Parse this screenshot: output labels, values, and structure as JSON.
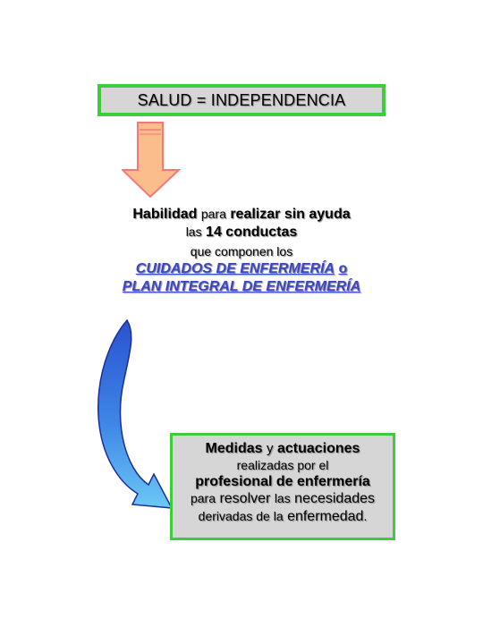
{
  "title": "SALUD = INDEPENDENCIA",
  "colors": {
    "box_fill": "#d6d6d6",
    "box_border": "#3ecc3e",
    "arrow_fill": "#fbbd8c",
    "arrow_stroke": "#f07a7a",
    "curve_fill": "#3a68d8",
    "link_color": "#3a46c8"
  },
  "middle": {
    "line1": {
      "a": "Habilidad",
      "b": "para",
      "c": "realizar sin ayuda"
    },
    "line2": {
      "a": "las",
      "b": "14 conductas"
    },
    "line3": "que componen los",
    "line4": {
      "a": "CUIDADOS DE ENFERMERÍA",
      "b": "o"
    },
    "line5": "PLAN INTEGRAL DE ENFERMERÍA"
  },
  "bottom": {
    "line1": {
      "a": "Medidas",
      "b": "y",
      "c": "actuaciones"
    },
    "line2": "realizadas por el",
    "line3": "profesional de enfermería",
    "line4": {
      "a": "para",
      "b": "resolver",
      "c": "las",
      "d": "necesidades"
    },
    "line5": {
      "a": "derivadas de la",
      "b": "enfermedad",
      "c": "."
    }
  },
  "icons": {
    "down_arrow": "down-arrow-icon",
    "curved_arrow": "curved-arrow-icon"
  }
}
